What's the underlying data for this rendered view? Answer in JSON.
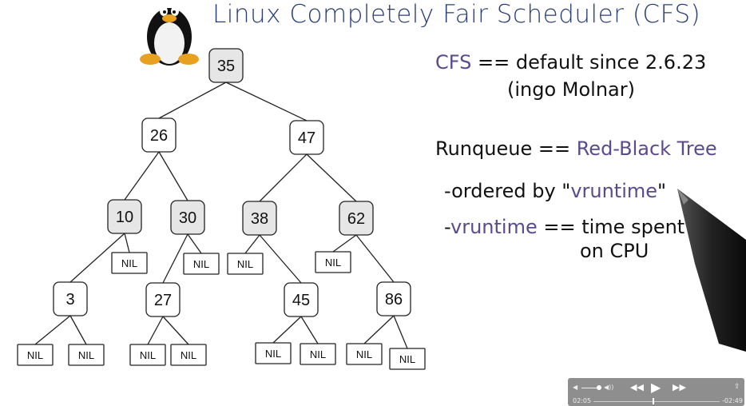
{
  "title": "Linux Completely Fair Scheduler (CFS)",
  "notes": {
    "line1_a": "CFS",
    "line1_b": "== default since 2.6.23",
    "line2": "(ingo Molnar)",
    "line3_a": "Runqueue ==",
    "line3_b": "Red-Black Tree",
    "line4_a": "-ordered by \"",
    "line4_b": "vruntime",
    "line4_c": "\"",
    "line5_a": "-",
    "line5_b": "vruntime",
    "line5_c": "== time spent",
    "line6": "on CPU"
  },
  "colors": {
    "black_node": "#e6e6e6",
    "red_node": "#ffffff",
    "title": "#2a3f78",
    "accent": "#5b4a8c"
  },
  "tree": {
    "nodes": [
      {
        "id": "n35",
        "label": "35",
        "color": "black",
        "parent": null
      },
      {
        "id": "n26",
        "label": "26",
        "color": "red",
        "parent": "n35"
      },
      {
        "id": "n47",
        "label": "47",
        "color": "red",
        "parent": "n35"
      },
      {
        "id": "n10",
        "label": "10",
        "color": "black",
        "parent": "n26"
      },
      {
        "id": "n30",
        "label": "30",
        "color": "black",
        "parent": "n26"
      },
      {
        "id": "n38",
        "label": "38",
        "color": "black",
        "parent": "n47"
      },
      {
        "id": "n62",
        "label": "62",
        "color": "black",
        "parent": "n47"
      },
      {
        "id": "n3",
        "label": "3",
        "color": "red",
        "parent": "n10"
      },
      {
        "id": "nil1",
        "label": "NIL",
        "color": "nil",
        "parent": "n10"
      },
      {
        "id": "n27",
        "label": "27",
        "color": "red",
        "parent": "n30"
      },
      {
        "id": "nil2",
        "label": "NIL",
        "color": "nil",
        "parent": "n30"
      },
      {
        "id": "nil3",
        "label": "NIL",
        "color": "nil",
        "parent": "n38"
      },
      {
        "id": "n45",
        "label": "45",
        "color": "red",
        "parent": "n38"
      },
      {
        "id": "nil4",
        "label": "NIL",
        "color": "nil",
        "parent": "n62"
      },
      {
        "id": "n86",
        "label": "86",
        "color": "red",
        "parent": "n62"
      },
      {
        "id": "nil5",
        "label": "NIL",
        "color": "nil",
        "parent": "n3"
      },
      {
        "id": "nil6",
        "label": "NIL",
        "color": "nil",
        "parent": "n3"
      },
      {
        "id": "nil7",
        "label": "NIL",
        "color": "nil",
        "parent": "n27"
      },
      {
        "id": "nil8",
        "label": "NIL",
        "color": "nil",
        "parent": "n27"
      },
      {
        "id": "nil9",
        "label": "NIL",
        "color": "nil",
        "parent": "n45"
      },
      {
        "id": "nil10",
        "label": "NIL",
        "color": "nil",
        "parent": "n45"
      },
      {
        "id": "nil11",
        "label": "NIL",
        "color": "nil",
        "parent": "n86"
      },
      {
        "id": "nil12",
        "label": "NIL",
        "color": "nil",
        "parent": "n86"
      }
    ]
  },
  "player": {
    "elapsed": "02:05",
    "remaining": "-02:49",
    "progress": 0.47,
    "volume": 0.7
  }
}
